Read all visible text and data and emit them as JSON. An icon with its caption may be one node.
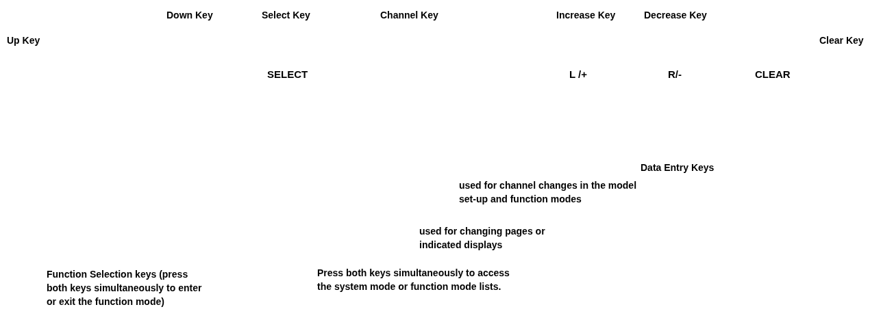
{
  "diagram": {
    "labels": [
      "Down Key",
      "Select Key",
      "Channel Key",
      "Increase Key",
      "Decrease Key",
      "Up Key",
      "Clear Key",
      "SELECT",
      "L /+",
      "R/-",
      "CLEAR",
      "Data Entry Keys",
      "used for channel changes in the model set-up and function modes",
      "used for changing pages or indicated displays",
      "Function Selection keys (press both keys simultaneously to enter or exit the function mode)",
      "Press both keys simultaneously to access the system mode or function mode lists."
    ]
  }
}
